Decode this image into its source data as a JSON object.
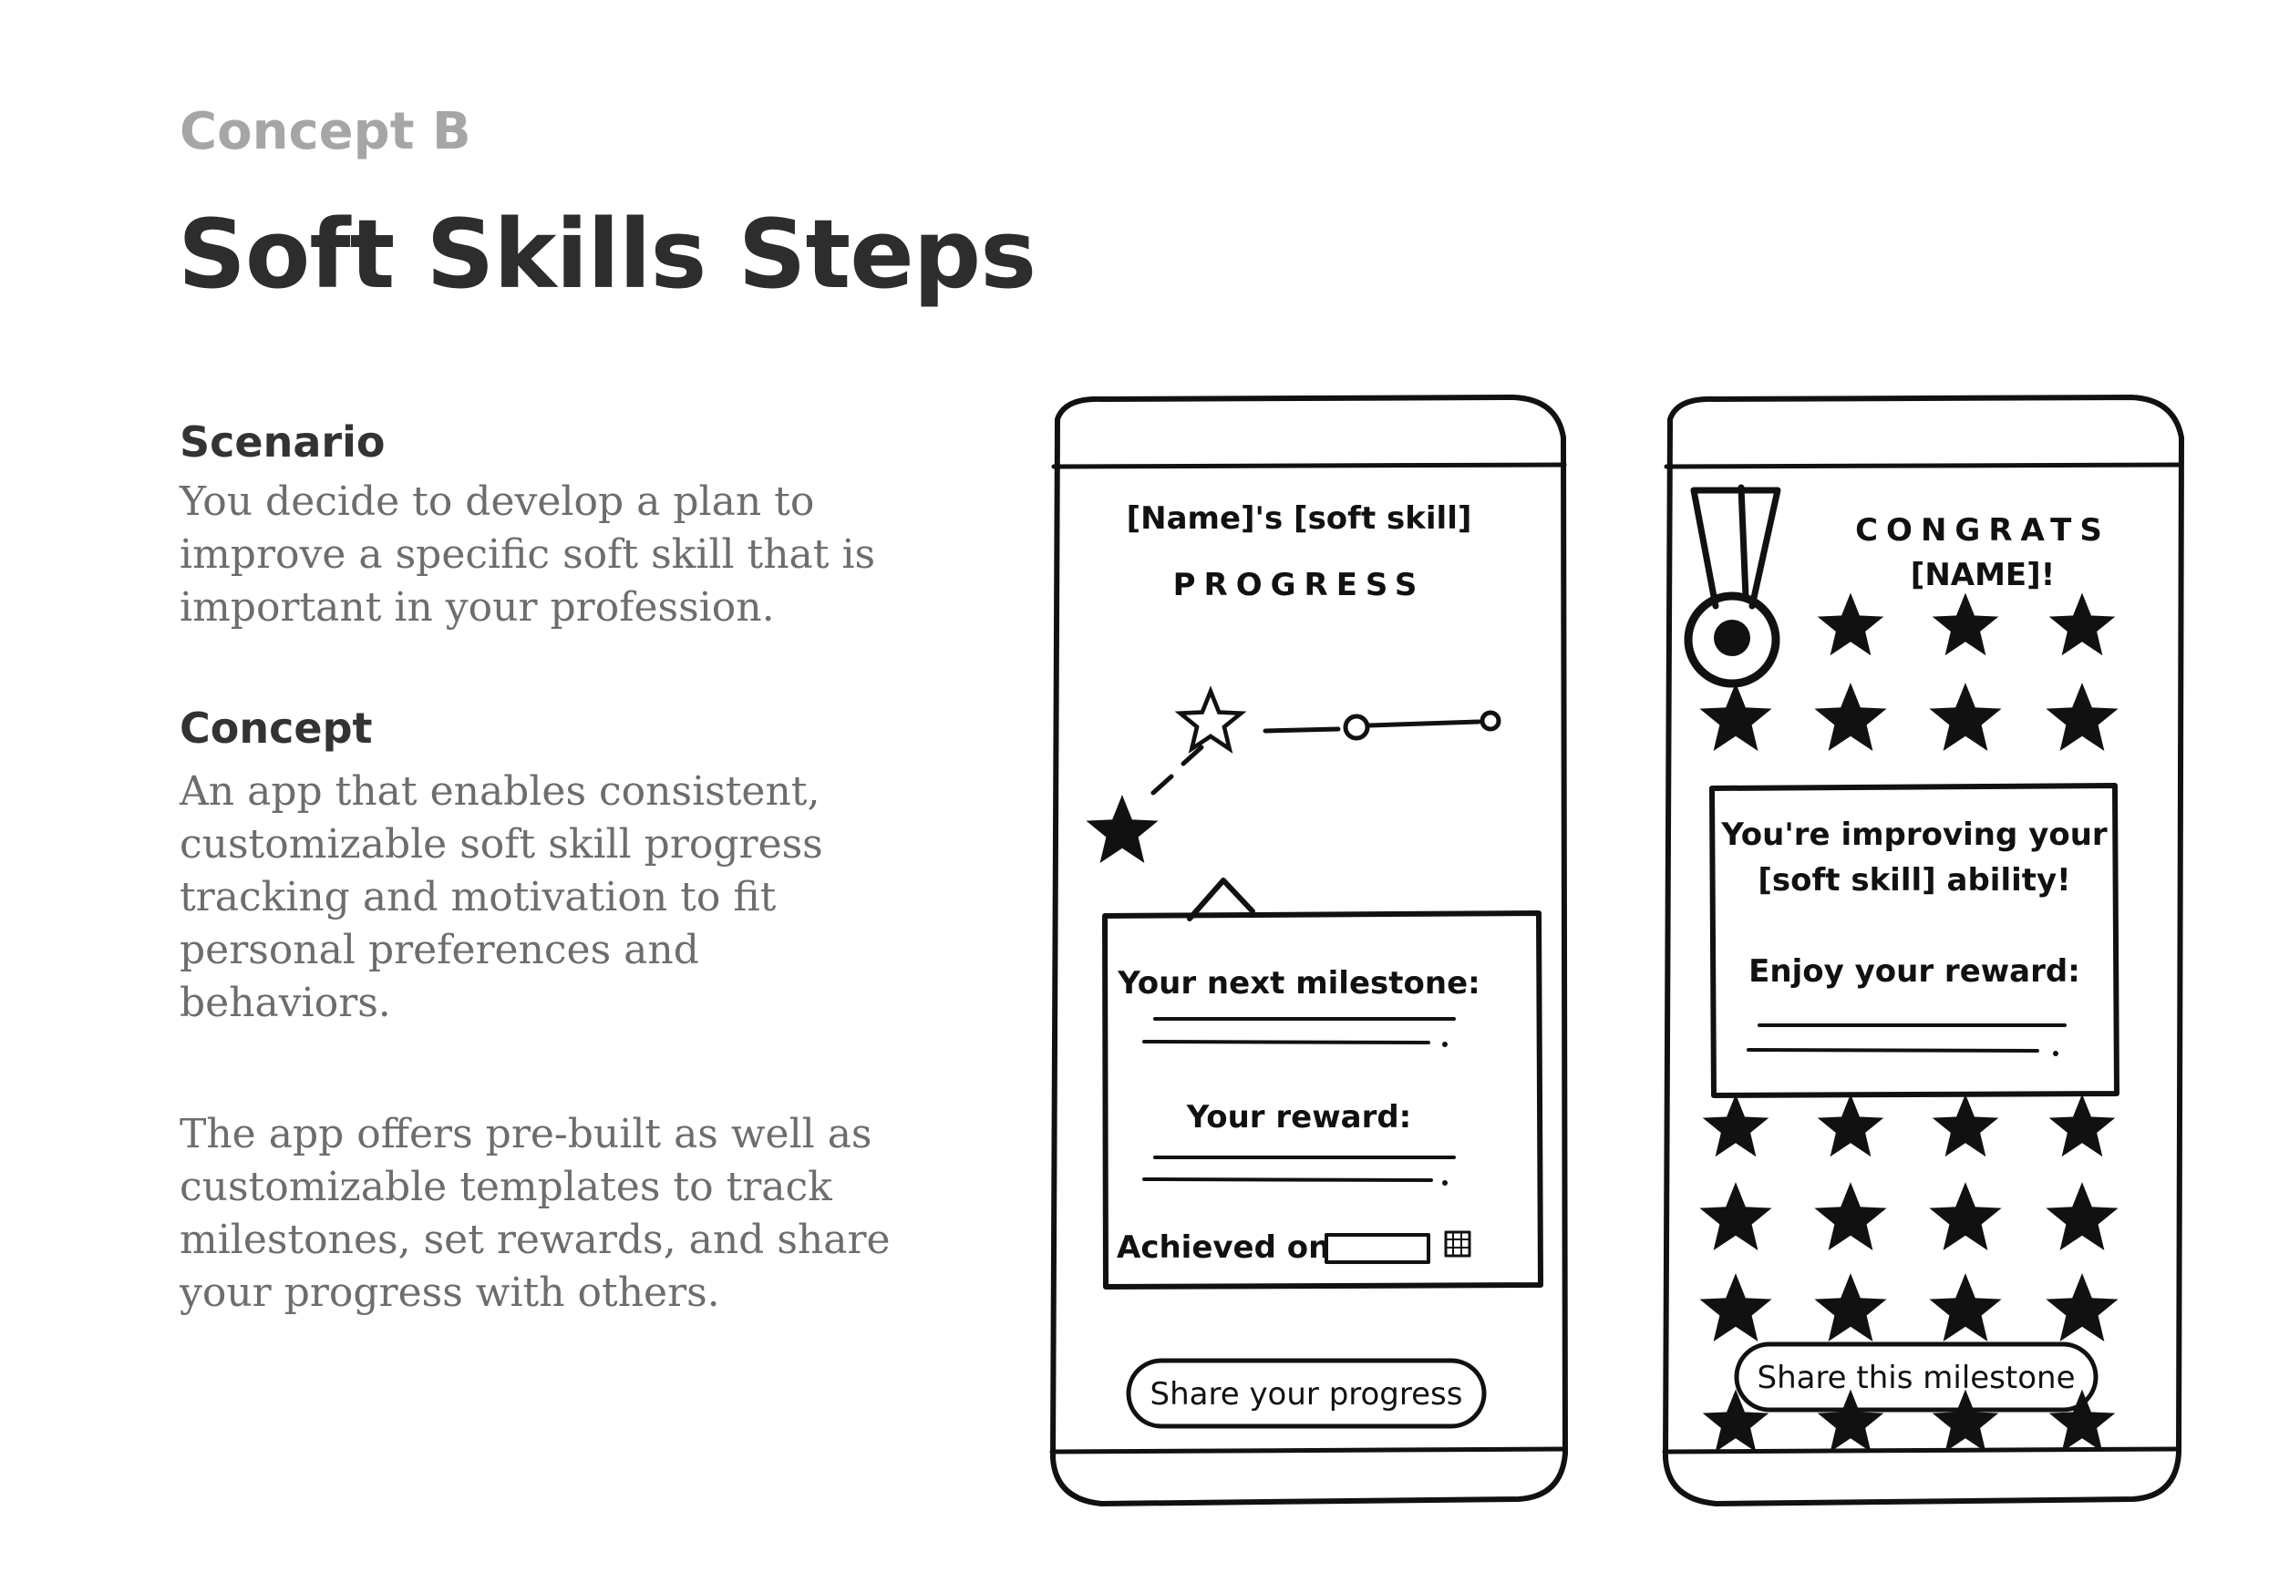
{
  "header": {
    "kicker": "Concept B",
    "title": "Soft Skills Steps"
  },
  "scenario": {
    "heading": "Scenario",
    "lines": [
      "You decide to develop a plan to",
      "improve a specific soft skill that is",
      "important in your profession."
    ]
  },
  "concept": {
    "heading": "Concept",
    "lines": [
      "An app that enables consistent,",
      "customizable soft skill progress",
      "tracking and motivation to fit",
      "personal preferences and",
      "behaviors."
    ],
    "lines2": [
      "The app offers pre-built as well as",
      "customizable templates to track",
      "milestones, set rewards, and share",
      "your progress with others."
    ]
  },
  "phone1": {
    "title_line1": "[Name]'s [soft skill]",
    "title_line2": "PROGRESS",
    "milestone_label": "Your next milestone:",
    "reward_label": "Your reward:",
    "achieved_label": "Achieved on",
    "share_button": "Share your progress",
    "icons": [
      "filled-star-icon",
      "outline-star-icon",
      "calendar-icon"
    ]
  },
  "phone2": {
    "title_line1": "CONGRATS",
    "title_line2": "[NAME]!",
    "message_line1": "You're improving your",
    "message_line2": "[soft skill] ability!",
    "reward_label": "Enjoy your reward:",
    "share_button": "Share this milestone",
    "icons": [
      "medal-icon",
      "star-icon"
    ]
  },
  "colors": {
    "ink": "#111111",
    "heading": "#2d2d2d",
    "kicker": "#a6a6a6",
    "body_text": "#6d6d6d",
    "background": "#ffffff"
  }
}
